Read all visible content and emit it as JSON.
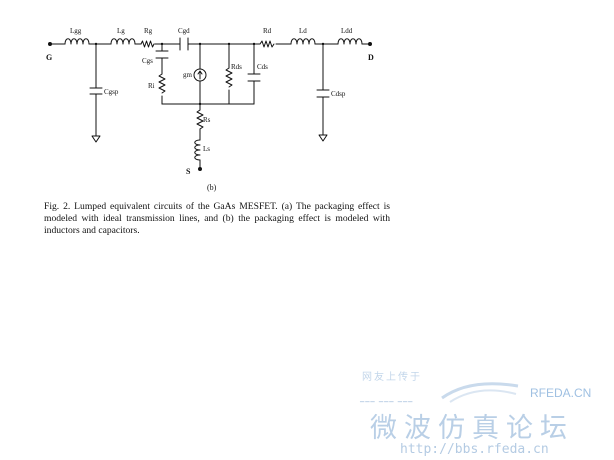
{
  "circuit": {
    "terminals": {
      "gate": "G",
      "drain": "D",
      "source": "S"
    },
    "components": {
      "lgg": "Lgg",
      "lg": "Lg",
      "rg": "Rg",
      "cgd": "Cgd",
      "rd": "Rd",
      "ld": "Ld",
      "ldd": "Ldd",
      "cgsp": "Cgsp",
      "cgs": "Cgs",
      "ri": "Ri",
      "gm": "gm",
      "rds": "Rds",
      "cds": "Cds",
      "cdsp": "Cdsp",
      "rs": "Rs",
      "ls": "Ls"
    },
    "sublabel": "(b)"
  },
  "caption": {
    "text": "Fig. 2.   Lumped equivalent circuits of the GaAs MESFET. (a) The packaging effect is modeled with ideal transmission lines, and (b) the packaging effect is modeled with inductors and capacitors."
  },
  "watermark": {
    "top_text": "网友上传于",
    "brand": "RFEDA.CN",
    "slogan": "━━━  ━━━  ━━━",
    "title": "微波仿真论坛",
    "url": "http://bbs.rfeda.cn"
  }
}
